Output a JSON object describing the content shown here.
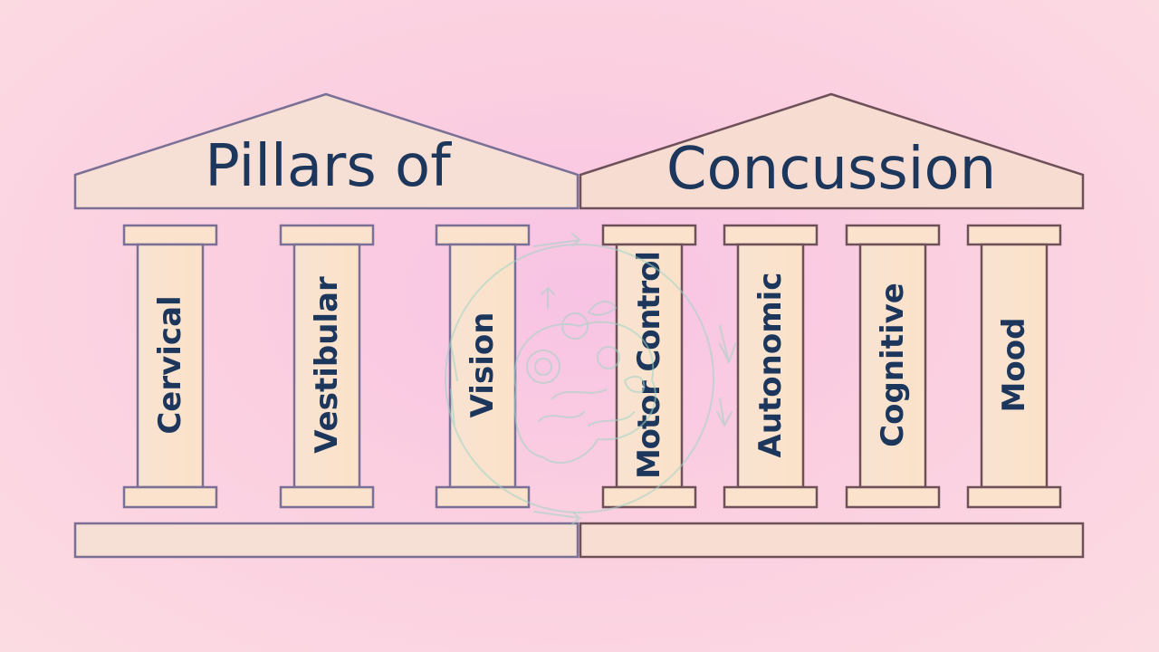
{
  "title_left": "Pillars of",
  "title_right": "Concussion",
  "pillars": [
    "Cervical",
    "Vestibular",
    "Vision",
    "Motor Control",
    "Autonomic",
    "Cognitive",
    "Mood"
  ],
  "colors": {
    "background": "#fbcfe0",
    "column_fill": "#fbe3cf",
    "left_stroke": "#7a6f95",
    "right_stroke": "#6e5058",
    "text": "#1c365c",
    "emblem": "#a8d8c8"
  },
  "icons": [
    "brain-flower-emblem-icon"
  ]
}
